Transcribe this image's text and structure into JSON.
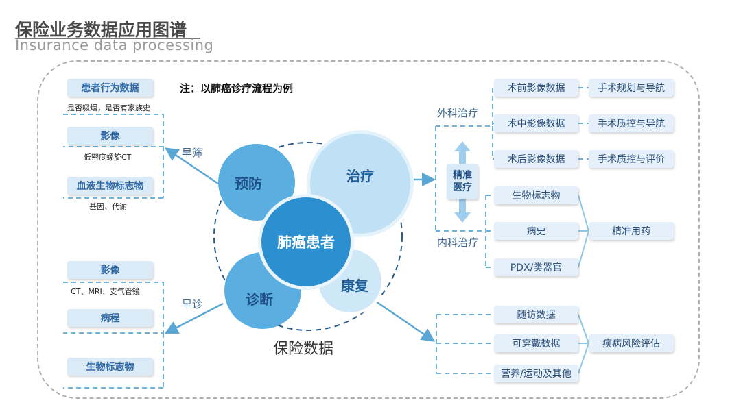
{
  "header": {
    "title": "保险业务数据应用图谱",
    "subtitle": "Insurance data  processing"
  },
  "note": "注：以肺癌诊疗流程为例",
  "center": {
    "core": "肺癌患者",
    "prevent": "预防",
    "treat": "治疗",
    "diagnose": "诊断",
    "recover": "康复",
    "insurance_label": "保险数据"
  },
  "left_top": {
    "arrow_label": "早筛",
    "items": [
      {
        "label": "患者行为数据",
        "caption": "是否吸烟，是否有家族史"
      },
      {
        "label": "影像",
        "caption": "低密度螺旋CT"
      },
      {
        "label": "血液生物标志物",
        "caption": "基因、代谢"
      }
    ]
  },
  "left_bottom": {
    "arrow_label": "早诊",
    "items": [
      {
        "label": "影像",
        "caption": "CT、MRI、支气管镜"
      },
      {
        "label": "病程",
        "caption": ""
      },
      {
        "label": "生物标志物",
        "caption": ""
      }
    ]
  },
  "right_top": {
    "surgical_label": "外科治疗",
    "internal_label": "内科治疗",
    "precision_line1": "精准",
    "precision_line2": "医疗",
    "surgical_items": [
      {
        "data": "术前影像数据",
        "result": "手术规划与导航"
      },
      {
        "data": "术中影像数据",
        "result": "手术质控与导航"
      },
      {
        "data": "术后影像数据",
        "result": "手术质控与评价"
      }
    ],
    "internal_items": [
      "生物标志物",
      "病史",
      "PDX/类器官"
    ],
    "internal_result": "精准用药"
  },
  "right_bottom": {
    "items": [
      "随访数据",
      "可穿戴数据",
      "营养/运动及其他"
    ],
    "result": "疾病风险评估"
  },
  "colors": {
    "box_fill": "#dbeaf7",
    "box_text": "#2f6aa8",
    "dash_blue": "#6fb3d9",
    "arrow_blue": "#5aa7d6",
    "core_blue": "#2b8fd0",
    "dark_dash": "#2a5a8a"
  }
}
